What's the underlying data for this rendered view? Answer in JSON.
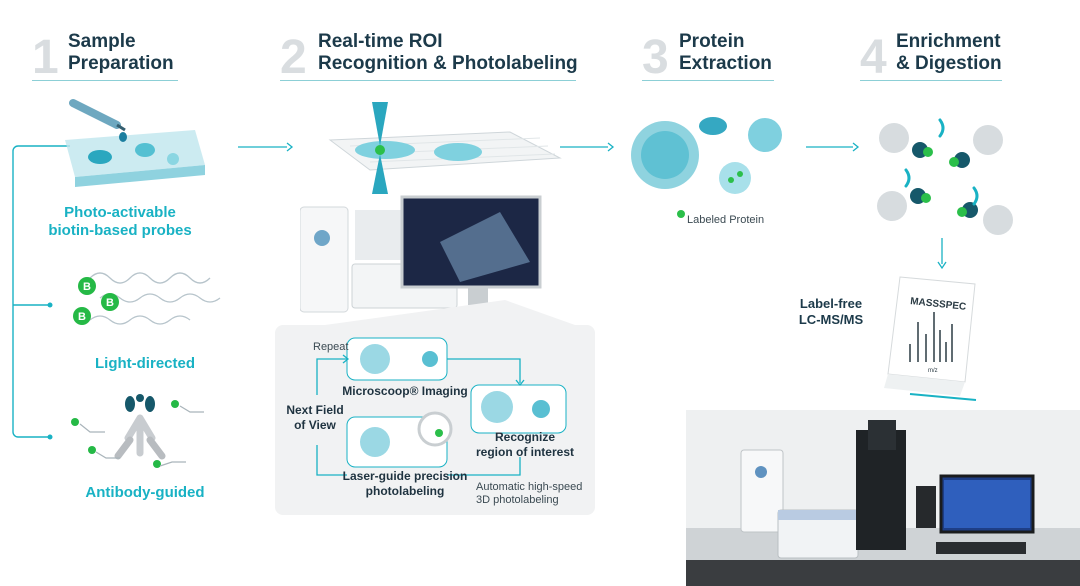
{
  "steps": [
    {
      "num": "1",
      "title_line1": "Sample",
      "title_line2": "Preparation"
    },
    {
      "num": "2",
      "title_line1": "Real-time ROI",
      "title_line2": "Recognition & Photolabeling"
    },
    {
      "num": "3",
      "title_line1": "Protein",
      "title_line2": "Extraction"
    },
    {
      "num": "4",
      "title_line1": "Enrichment",
      "title_line2": "& Digestion"
    }
  ],
  "probes": {
    "photo_line1": "Photo-activable",
    "photo_line2": "biotin-based probes",
    "light": "Light-directed",
    "antibody": "Antibody-guided",
    "biotin_letter": "B"
  },
  "cycle": {
    "repeat": "Repeat",
    "imaging": "Microscoop® Imaging",
    "recognize_line1": "Recognize",
    "recognize_line2": "region of interest",
    "laser_line1": "Laser-guide precision",
    "laser_line2": "photolabeling",
    "next_line1": "Next Field",
    "next_line2": "of View",
    "auto_line1": "Automatic high-speed",
    "auto_line2": "3D photolabeling"
  },
  "extraction": {
    "legend": "Labeled Protein"
  },
  "ms": {
    "label_line1": "Label-free",
    "label_line2": "LC-MS/MS",
    "paper_title": "MASSSPEC",
    "paper_axis": "m/z"
  },
  "colors": {
    "teal": "#19b2c4",
    "dark_teal": "#1b4f5c",
    "green": "#2bbf4a",
    "heading": "#1c3a4a"
  }
}
